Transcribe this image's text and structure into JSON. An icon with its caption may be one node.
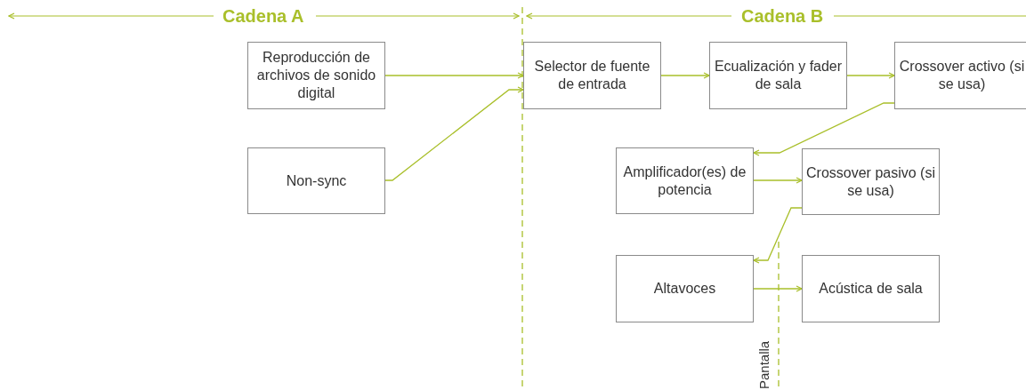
{
  "diagram": {
    "nodes": [
      {
        "text": [
          "Reproducción de archivos de sonido digital"
        ]
      },
      {
        "text": [
          "Non-sync"
        ]
      },
      {
        "text": [
          "Selector de fuente de entrada"
        ]
      },
      {
        "text": [
          "Ecualización y fader de sala"
        ]
      },
      {
        "text": [
          "Crossover activo (si se usa)"
        ]
      },
      {
        "text": [
          "Amplificador(es) de potencia"
        ]
      },
      {
        "text": [
          "Crossover pasivo (si se usa)"
        ]
      },
      {
        "text": [
          "Altavoces"
        ]
      },
      {
        "text": [
          "Acústica de sala"
        ]
      }
    ],
    "edges": [
      {
        "from": 0,
        "to": 2,
        "arrow": "to"
      },
      {
        "from": 1,
        "to": 2,
        "arrow": "to"
      },
      {
        "from": 2,
        "to": 3,
        "arrow": "to"
      },
      {
        "from": 3,
        "to": 4,
        "arrow": "to"
      },
      {
        "from": 4,
        "to": 5,
        "arrow": "to"
      },
      {
        "from": 5,
        "to": 6,
        "arrow": "to"
      },
      {
        "from": 6,
        "to": 7,
        "arrow": "to"
      },
      {
        "from": 7,
        "to": 8,
        "arrow": "to"
      }
    ],
    "labels": [
      "Cadena A",
      "Cadena B",
      "Pantalla"
    ]
  }
}
